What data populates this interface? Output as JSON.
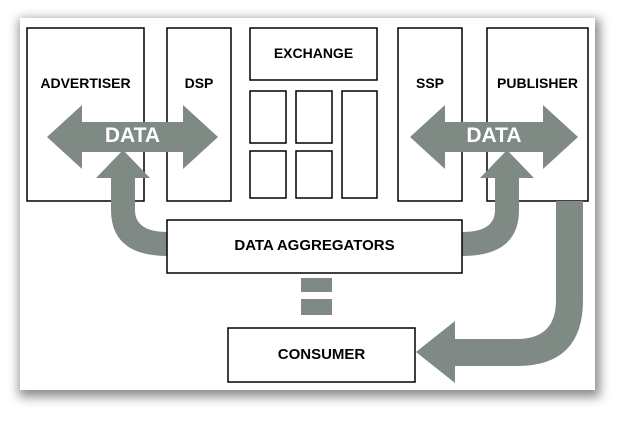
{
  "nodes": {
    "advertiser": "ADVERTISER",
    "dsp": "DSP",
    "exchange": "EXCHANGE",
    "ssp": "SSP",
    "publisher": "PUBLISHER",
    "data_aggregators": "DATA AGGREGATORS",
    "consumer": "CONSUMER"
  },
  "arrows": {
    "left_data": "DATA",
    "right_data": "DATA"
  },
  "colors": {
    "arrow": "#7f8a85",
    "box_border": "#000000",
    "background": "#ffffff"
  }
}
